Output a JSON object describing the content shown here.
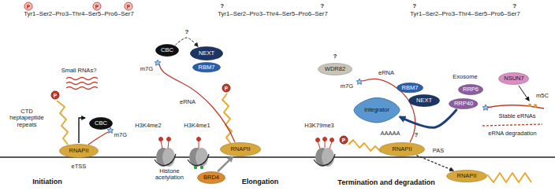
{
  "diagram": {
    "nodes": [
      {
        "text": [
          "RNAPII"
        ]
      },
      {
        "text": [
          "CBC"
        ]
      },
      {
        "text": [
          "CBC"
        ]
      },
      {
        "text": [
          "NEXT"
        ]
      },
      {
        "text": [
          "RBM7"
        ]
      },
      {
        "text": [
          "RNAPII"
        ]
      },
      {
        "text": [
          "BRD4"
        ]
      },
      {
        "text": [
          "WDR82"
        ]
      },
      {
        "text": [
          "Integrator"
        ]
      },
      {
        "text": [
          "RNAPII"
        ]
      },
      {
        "text": [
          "RBM7"
        ]
      },
      {
        "text": [
          "NEXT"
        ]
      },
      {
        "text": [
          "RRP6"
        ]
      },
      {
        "text": [
          "RRP40"
        ]
      },
      {
        "text": [
          "NSUN7"
        ]
      },
      {
        "text": [
          "RNAPII"
        ]
      }
    ],
    "edges": [
      {
        "from": 2,
        "to": 3,
        "arrow": "to",
        "label": "?"
      },
      {
        "from": 6,
        "to": 5,
        "arrow": "to"
      },
      {
        "from": 13,
        "to": 8,
        "arrow": "to"
      },
      {
        "from": 9,
        "to": 15,
        "arrow": "to"
      }
    ],
    "labels": [
      "P",
      "P",
      "P",
      "Tyr1–Ser2–Pro3–Thr4–Ser5–Pro6–Ser7",
      "?",
      "Tyr1–Ser2–Pro3–Thr4–Ser5–Pro6–Ser7",
      "?",
      "?",
      "Tyr1–Ser2–Pro3–Thr4–Ser5–Pro6–Ser7",
      "?",
      "Small RNAs?",
      "P",
      "CTD heptapeptide repeats",
      "m7G",
      "eTSS",
      "H3K4me2",
      "Initiation",
      "P",
      "m7G",
      "eRNA",
      "H3K4me1",
      "Histone acetylation",
      "H3K79me3",
      "Elongation",
      "?",
      "m7G",
      "P",
      "eRNA",
      "Exosome",
      "?",
      "AAAAA",
      "m5C",
      "Stable eRNAs",
      "eRNA degradation",
      "PAS",
      "Termination and degradation"
    ]
  }
}
